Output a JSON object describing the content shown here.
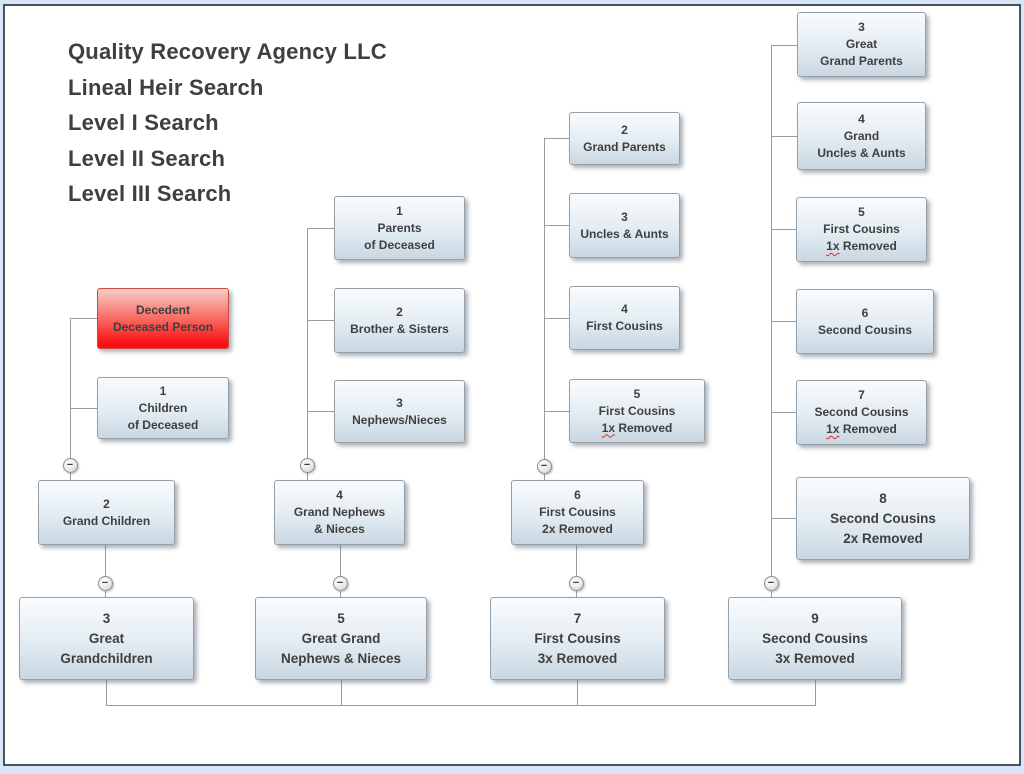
{
  "header": {
    "lines": [
      "Quality Recovery Agency LLC",
      "Lineal Heir Search",
      "Level I Search",
      "Level II Search",
      "Level III Search"
    ]
  },
  "colors": {
    "node_gradient_top": "#f9fcfe",
    "node_gradient_bottom": "#c9d7e2",
    "node_border": "#95a0a9",
    "decedent_gradient_top": "#f6cdc7",
    "decedent_gradient_bottom": "#fa0f13",
    "connector_line": "#9b9b9b",
    "text": "#3f3f3f",
    "frame_border": "#47525c",
    "frame_margin": "#d8e5f6",
    "spellcheck_underline": "#e02b20"
  },
  "icons": {
    "collapse_glyph": "−"
  },
  "diagram": {
    "branches": [
      {
        "name": "descendants-of-decedent",
        "nodes": [
          {
            "id": "decedent",
            "number": "",
            "lines": [
              "Decedent",
              "Deceased Person"
            ],
            "style": "red"
          },
          {
            "id": "children-of-deceased",
            "number": "1",
            "lines": [
              "Children",
              "of Deceased"
            ]
          },
          {
            "id": "grand-children",
            "number": "2",
            "lines": [
              "Grand Children"
            ]
          },
          {
            "id": "great-grandchildren",
            "number": "3",
            "lines": [
              "Great",
              "Grandchildren"
            ]
          }
        ]
      },
      {
        "name": "parents-line",
        "nodes": [
          {
            "id": "parents-of-deceased",
            "number": "1",
            "lines": [
              "Parents",
              "of Deceased"
            ]
          },
          {
            "id": "brother-and-sisters",
            "number": "2",
            "lines": [
              "Brother & Sisters"
            ]
          },
          {
            "id": "nephews-nieces",
            "number": "3",
            "lines": [
              "Nephews/Nieces"
            ]
          },
          {
            "id": "grand-nephews-and-nieces",
            "number": "4",
            "lines": [
              "Grand Nephews",
              "& Nieces"
            ]
          },
          {
            "id": "great-grand-nephews-and-nieces",
            "number": "5",
            "lines": [
              "Great Grand",
              "Nephews & Nieces"
            ]
          }
        ]
      },
      {
        "name": "grandparents-line",
        "nodes": [
          {
            "id": "grand-parents",
            "number": "2",
            "lines": [
              "Grand Parents"
            ]
          },
          {
            "id": "uncles-and-aunts",
            "number": "3",
            "lines": [
              "Uncles & Aunts"
            ]
          },
          {
            "id": "first-cousins",
            "number": "4",
            "lines": [
              "First Cousins"
            ]
          },
          {
            "id": "first-cousins-1x-removed",
            "number": "5",
            "lines": [
              "First Cousins",
              "1x Removed"
            ],
            "spellcheck_token": "1x"
          },
          {
            "id": "first-cousins-2x-removed",
            "number": "6",
            "lines": [
              "First Cousins",
              "2x Removed"
            ]
          },
          {
            "id": "first-cousins-3x-removed",
            "number": "7",
            "lines": [
              "First Cousins",
              "3x Removed"
            ]
          }
        ]
      },
      {
        "name": "great-grandparents-line",
        "nodes": [
          {
            "id": "great-grand-parents",
            "number": "3",
            "lines": [
              "Great",
              "Grand Parents"
            ]
          },
          {
            "id": "grand-uncles-and-aunts",
            "number": "4",
            "lines": [
              "Grand",
              "Uncles & Aunts"
            ]
          },
          {
            "id": "first-cousins-1x-removed-iii",
            "number": "5",
            "lines": [
              "First Cousins",
              "1x Removed"
            ],
            "spellcheck_token": "1x"
          },
          {
            "id": "second-cousins",
            "number": "6",
            "lines": [
              "Second Cousins"
            ]
          },
          {
            "id": "second-cousins-1x-removed",
            "number": "7",
            "lines": [
              "Second Cousins",
              "1x Removed"
            ],
            "spellcheck_token": "1x"
          },
          {
            "id": "second-cousins-2x-removed",
            "number": "8",
            "lines": [
              "Second Cousins",
              "2x Removed"
            ]
          },
          {
            "id": "second-cousins-3x-removed",
            "number": "9",
            "lines": [
              "Second Cousins",
              "3x Removed"
            ]
          }
        ]
      }
    ]
  }
}
